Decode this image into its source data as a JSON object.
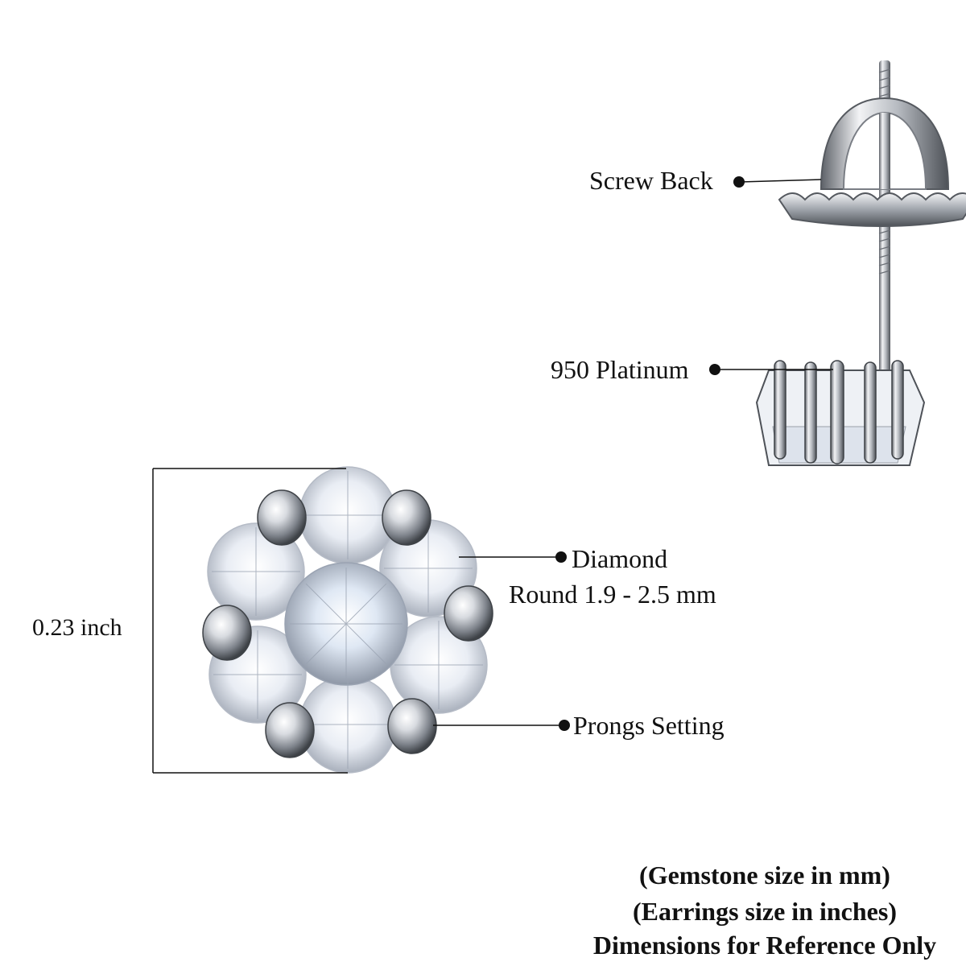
{
  "labels": {
    "screw_back": "Screw Back",
    "platinum": "950 Platinum",
    "diamond": "Diamond",
    "diamond_detail": "Round 1.9 - 2.5 mm",
    "prongs": "Prongs Setting",
    "size_inch": "0.23 inch"
  },
  "notes": {
    "gemstone_unit": "(Gemstone size in mm)",
    "earring_unit": "(Earrings size in inches)",
    "reference": "Dimensions for Reference Only"
  },
  "colors": {
    "ink": "#111111",
    "metal": "#c9ccd1",
    "metal_dark": "#5d6168",
    "diamond": "#eef2f8"
  }
}
